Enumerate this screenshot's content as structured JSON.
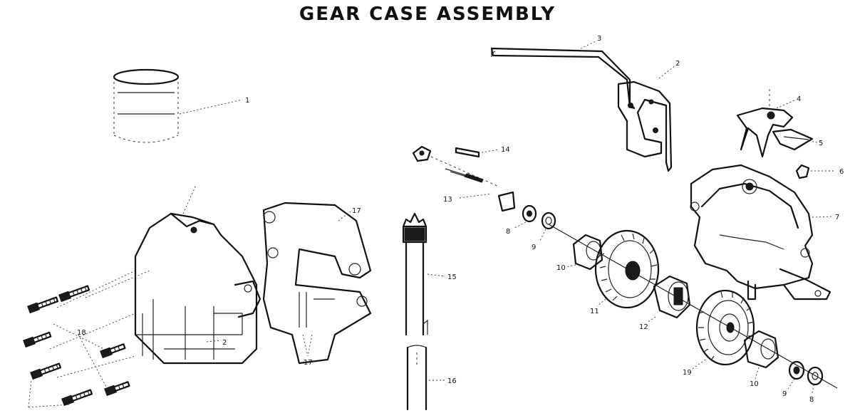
{
  "title": "GEAR CASE ASSEMBLY",
  "callouts": {
    "c1": "1",
    "c2": "2",
    "c3": "3",
    "c4": "4",
    "c5": "5",
    "c6": "6",
    "c7": "7",
    "c8a": "8",
    "c8b": "8",
    "c9a": "9",
    "c9b": "9",
    "c10a": "10",
    "c10b": "10",
    "c11": "11",
    "c12": "12",
    "c13": "13",
    "c14": "14",
    "c15": "15",
    "c16": "16",
    "c17a": "17",
    "c17b": "17",
    "c18": "18",
    "c19": "19"
  }
}
